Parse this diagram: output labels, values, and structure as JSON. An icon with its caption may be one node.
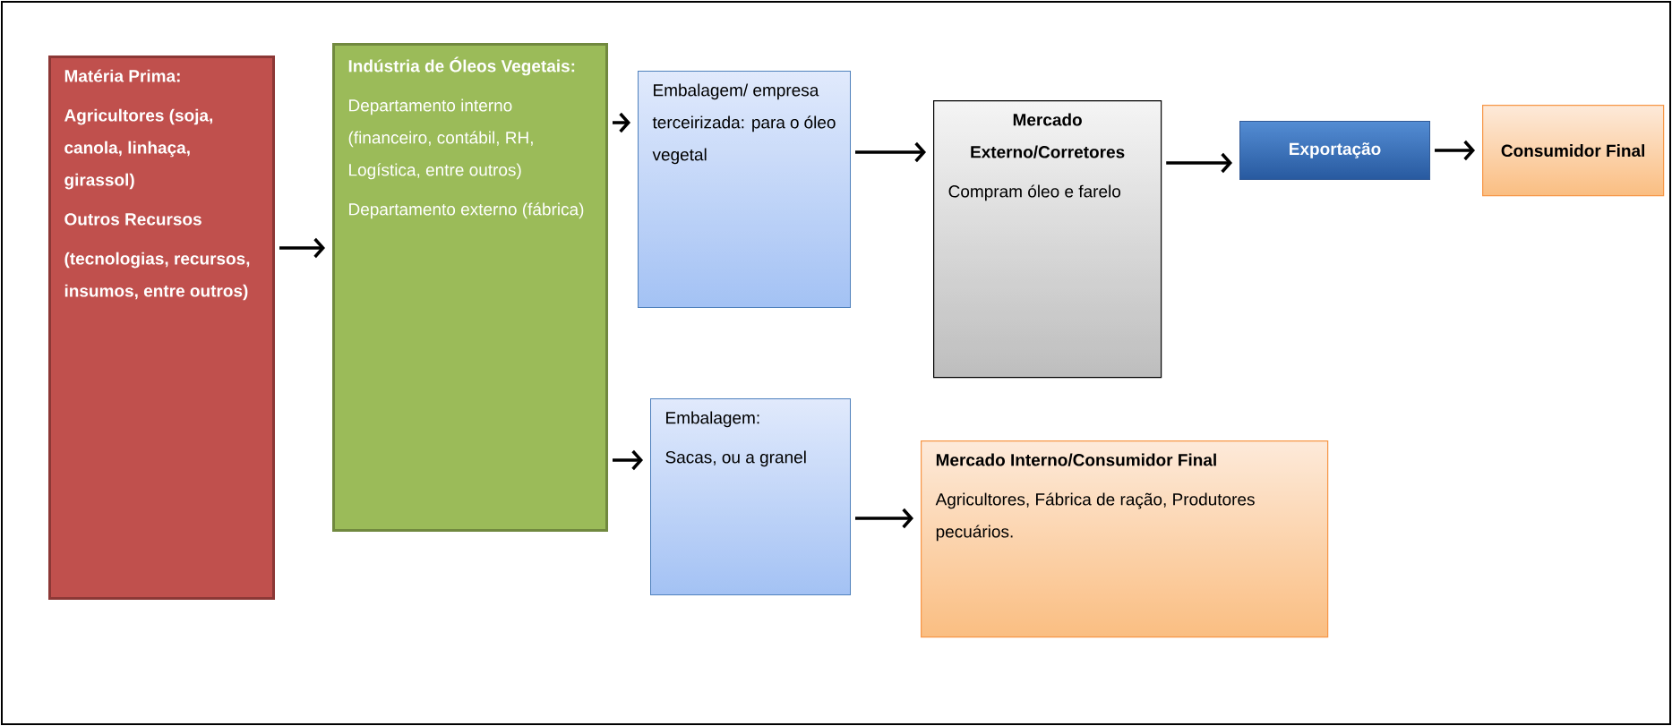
{
  "diagram": {
    "nodes": [
      {
        "text": [
          "Matéria Prima:",
          "Agricultores (soja, canola, linhaça, girassol)",
          "Outros Recursos",
          "(tecnologias, recursos, insumos, entre outros)"
        ]
      },
      {
        "text": [
          "Indústria de Óleos Vegetais:",
          "Departamento interno (financeiro, contábil, RH, Logística, entre outros)",
          "Departamento externo (fábrica)"
        ]
      },
      {
        "text": [
          "Embalagem/ empresa terceirizada: para o óleo vegetal"
        ]
      },
      {
        "text": [
          "Mercado Externo/Corretores",
          "Compram óleo e farelo"
        ]
      },
      {
        "text": [
          "Exportação"
        ]
      },
      {
        "text": [
          "Consumidor Final"
        ]
      },
      {
        "text": [
          "Embalagem:",
          "Sacas, ou a granel"
        ]
      },
      {
        "text": [
          "Mercado Interno/Consumidor Final",
          "Agricultores, Fábrica de ração, Produtores pecuários."
        ]
      }
    ],
    "edges": [
      {
        "from": 0,
        "to": 1,
        "arrow": "to"
      },
      {
        "from": 1,
        "to": 2,
        "arrow": "to"
      },
      {
        "from": 1,
        "to": 6,
        "arrow": "to"
      },
      {
        "from": 2,
        "to": 3,
        "arrow": "to"
      },
      {
        "from": 3,
        "to": 4,
        "arrow": "to"
      },
      {
        "from": 4,
        "to": 5,
        "arrow": "to"
      },
      {
        "from": 6,
        "to": 7,
        "arrow": "to"
      }
    ]
  }
}
